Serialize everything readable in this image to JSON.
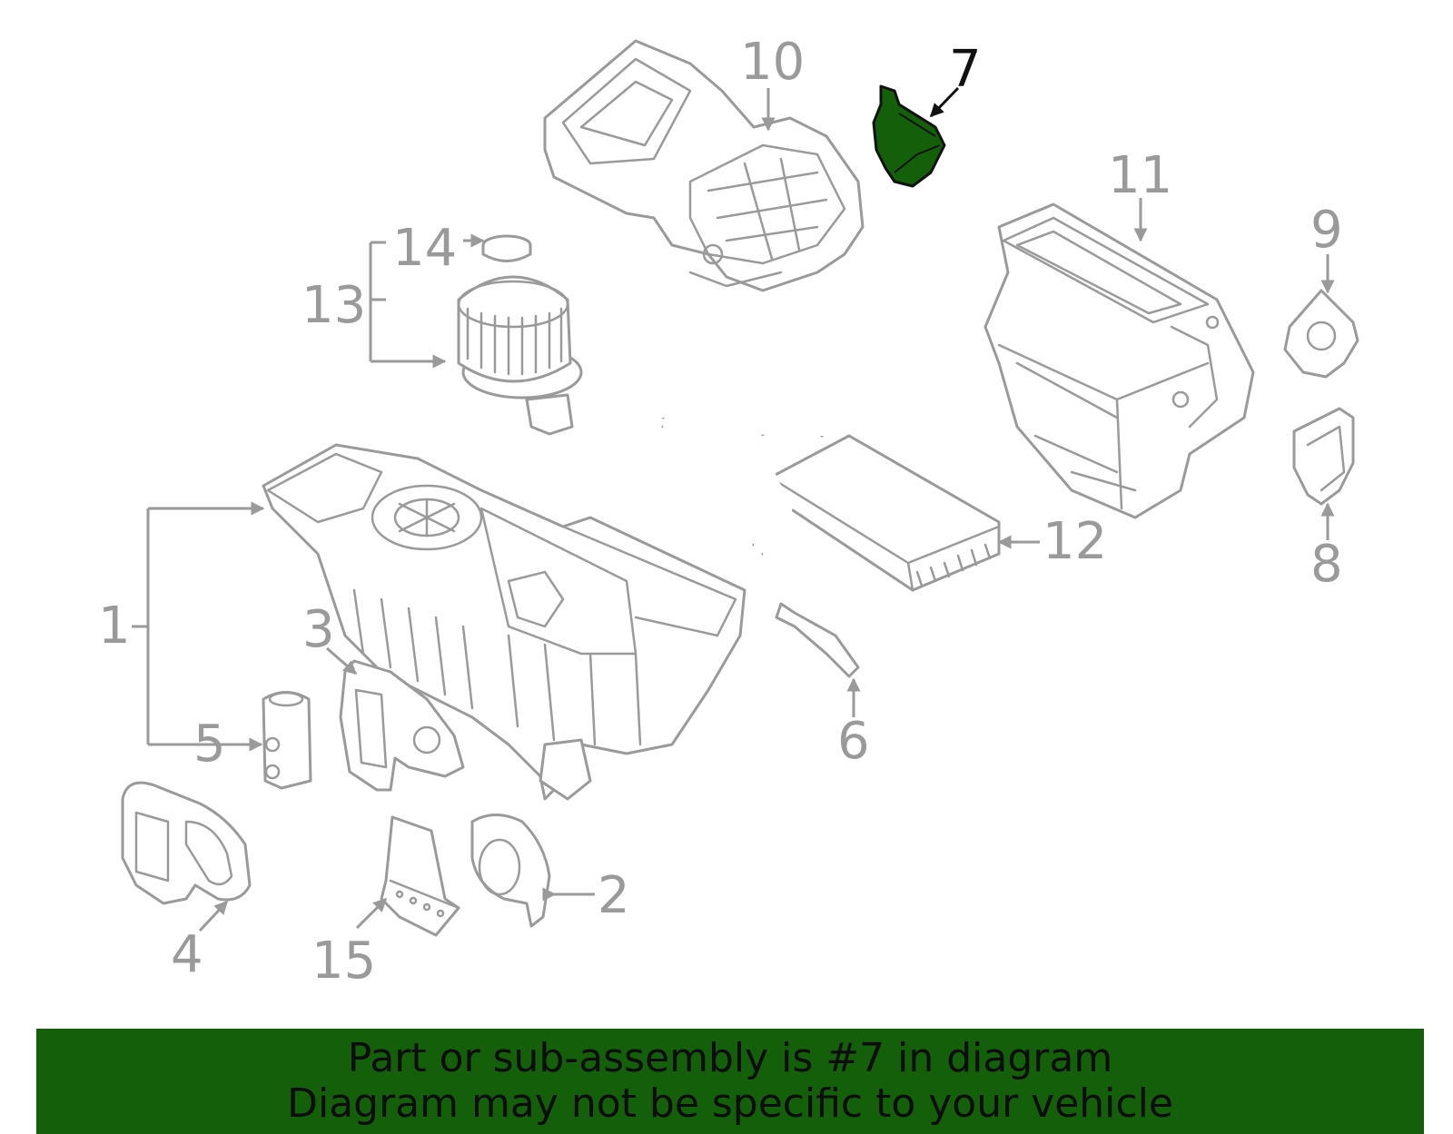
{
  "callouts": [
    "1",
    "2",
    "3",
    "4",
    "5",
    "6",
    "7",
    "8",
    "9",
    "10",
    "11",
    "12",
    "13",
    "14",
    "15"
  ],
  "highlight": {
    "part": "7",
    "fill_color": "#145f0a",
    "banner_color": "#145f0a",
    "text_color": "#0d0d0d",
    "line_color": "#9a9a9a"
  },
  "banner": {
    "line1": "Part or sub-assembly is #7 in diagram",
    "line2": "Diagram may not be specific to your vehicle"
  }
}
